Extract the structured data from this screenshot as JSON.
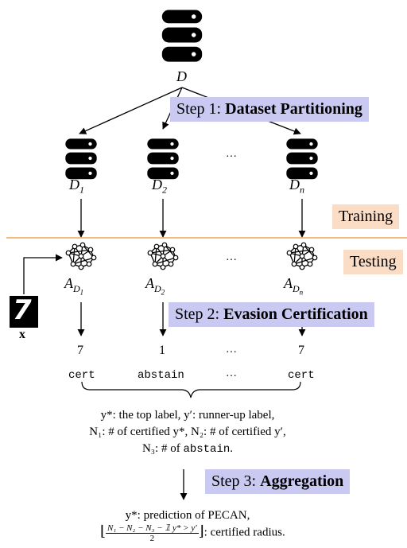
{
  "dataset": {
    "label": "D",
    "parts": [
      "D_1",
      "D_2",
      "…",
      "D_n"
    ]
  },
  "steps": {
    "step1_prefix": "Step 1: ",
    "step1_name": "Dataset Partitioning",
    "step2_prefix": "Step 2: ",
    "step2_name": "Evasion Certification",
    "step3_prefix": "Step 3: ",
    "step3_name": "Aggregation"
  },
  "phases": {
    "training": "Training",
    "testing": "Testing"
  },
  "models": [
    "A_{D_1}",
    "A_{D_2}",
    "…",
    "A_{D_n}"
  ],
  "input": {
    "digit": "7",
    "label": "x"
  },
  "predictions": [
    "7",
    "1",
    "…",
    "7"
  ],
  "statuses": [
    "cert",
    "abstain",
    "…",
    "cert"
  ],
  "summary": {
    "line1_a": "y*: the top label, ",
    "line1_b": "y′: runner-up label,",
    "line2_a": "N₁: # of certified y*, ",
    "line2_b": "N₂: # of certified y′,",
    "line3_a": "N₃: # of ",
    "line3_b": "abstain",
    "line3_c": "."
  },
  "result": {
    "line1": "y*: prediction of PECAN,",
    "radius_numerator": "N₁ − N₂ − N₃ − 𝟙 y* > y′",
    "radius_denominator": "2",
    "radius_suffix": ": certified radius."
  },
  "colors": {
    "banner": "#c9c9f2",
    "phase_tag": "#fbdcc4",
    "divider": "#f3a35a"
  }
}
